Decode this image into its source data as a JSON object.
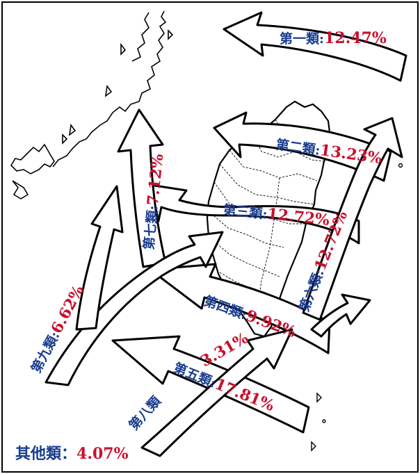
{
  "colors": {
    "category": "#1a3d8f",
    "percent": "#c8102e",
    "ink": "#000000"
  },
  "arrows": {
    "a1": {
      "category": "第一類",
      "sep": ":",
      "percent": "12.47%"
    },
    "a2": {
      "category": "第二類",
      "sep": ":",
      "percent": "13.23%"
    },
    "a3": {
      "category": "第三類",
      "sep": ":",
      "percent": "12.72%"
    },
    "a4": {
      "category": "第四類",
      "sep": ":",
      "percent": "9.92%"
    },
    "a5": {
      "category": "第五類",
      "sep": ":",
      "percent": "17.81%"
    },
    "a6": {
      "category": "第六類",
      "sep": ":",
      "percent": "12.72%"
    },
    "a7": {
      "category": "第七類",
      "sep": ":",
      "percent": "7.12%"
    },
    "a8": {
      "category": "第八類",
      "sep": ":",
      "percent": "3.31%"
    },
    "a9": {
      "category": "第九類",
      "sep": ":",
      "percent": "6.62%"
    }
  },
  "other": {
    "category": "其他類",
    "sep": "：",
    "percent": "4.07%"
  }
}
